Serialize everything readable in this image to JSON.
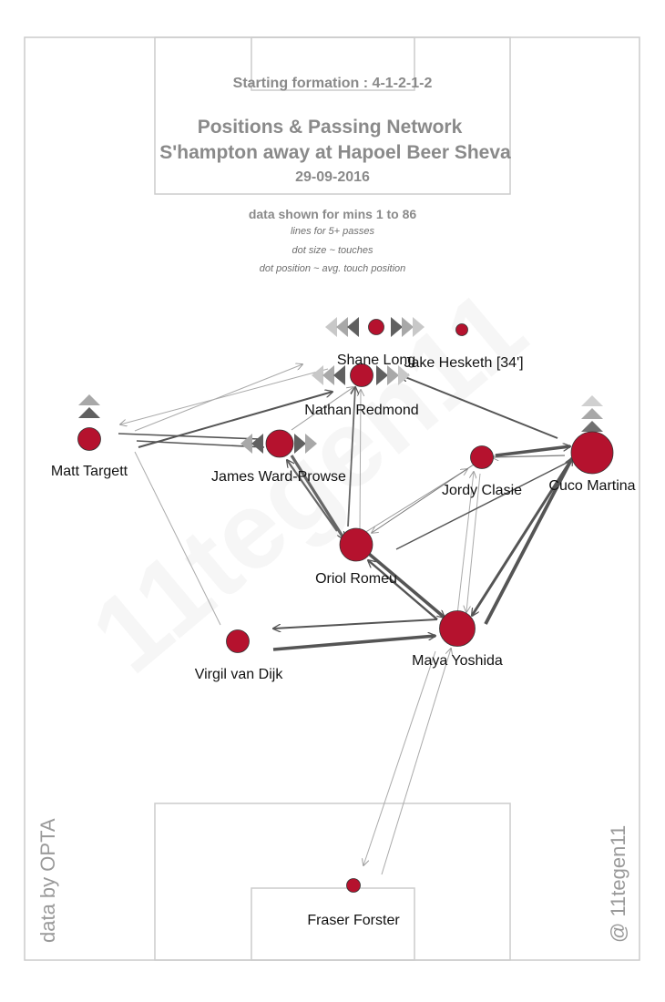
{
  "header": {
    "formation": "Starting formation : 4-1-2-1-2",
    "title_line1": "Positions & Passing Network",
    "title_line2": "S'hampton  away at  Hapoel Beer Sheva",
    "date": "29-09-2016",
    "mins": "data shown for mins 1 to 86",
    "note1": "lines for 5+ passes",
    "note2": "dot size ~ touches",
    "note3": "dot position ~ avg. touch position"
  },
  "credits": {
    "source": "data by OPTA",
    "author": "@ 11tegen11"
  },
  "watermark": "11tegen11",
  "colors": {
    "dot": "#b5122e",
    "line": "#555555",
    "pitch": "#cccccc"
  },
  "players": [
    {
      "id": "forster",
      "name": "Fraser Forster",
      "touches": 8
    },
    {
      "id": "yoshida",
      "name": "Maya Yoshida",
      "touches": 50
    },
    {
      "id": "vandijk",
      "name": "Virgil van Dijk",
      "touches": 22
    },
    {
      "id": "martina",
      "name": "Cuco Martina",
      "touches": 62
    },
    {
      "id": "targett",
      "name": "Matt Targett",
      "touches": 22
    },
    {
      "id": "romeu",
      "name": "Oriol Romeu",
      "touches": 42
    },
    {
      "id": "clasie",
      "name": "Jordy Clasie",
      "touches": 22
    },
    {
      "id": "wardprowse",
      "name": "James Ward-Prowse",
      "touches": 30
    },
    {
      "id": "redmond",
      "name": "Nathan Redmond",
      "touches": 22
    },
    {
      "id": "long",
      "name": "Shane Long",
      "touches": 10
    },
    {
      "id": "hesketh",
      "name": "Jake Hesketh [34']",
      "touches": 6
    }
  ]
}
